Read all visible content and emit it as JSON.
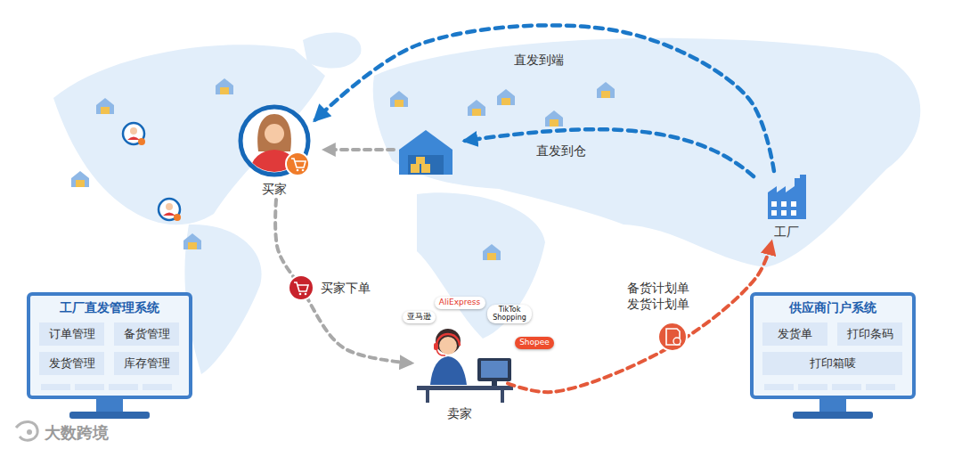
{
  "diagram": {
    "nodes": [
      {
        "text": [
          "买家"
        ]
      },
      {
        "text": [
          "工厂"
        ]
      },
      {
        "text": [
          "AliExpress"
        ]
      },
      {
        "text": [
          "亚马逊"
        ]
      },
      {
        "text": [
          "TikTok Shopping"
        ]
      },
      {
        "text": [
          "Shopee"
        ]
      },
      {
        "text": [
          "卖家"
        ]
      },
      {
        "text": [
          "工厂直发管理系统"
        ]
      },
      {
        "text": [
          "订单管理"
        ],
        "in": 7
      },
      {
        "text": [
          "备货管理"
        ],
        "in": 7
      },
      {
        "text": [
          "发货管理"
        ],
        "in": 7
      },
      {
        "text": [
          "库存管理"
        ],
        "in": 7
      },
      {
        "text": [
          "供应商门户系统"
        ]
      },
      {
        "text": [
          "发货单"
        ],
        "in": 12
      },
      {
        "text": [
          "打印条码"
        ],
        "in": 12
      },
      {
        "text": [
          "打印箱唛"
        ],
        "in": 12
      }
    ],
    "edges": [
      {
        "from": 1,
        "to": 0,
        "label": "直发到端",
        "arrow": "to"
      },
      {
        "from": 0,
        "to": 6,
        "label": "买家下单",
        "arrow": "to"
      },
      {
        "from": 6,
        "to": 1,
        "label": "备货计划单 发货计划单",
        "arrow": "to"
      }
    ],
    "labels": [
      "直发到仓",
      "大数跨境"
    ]
  }
}
